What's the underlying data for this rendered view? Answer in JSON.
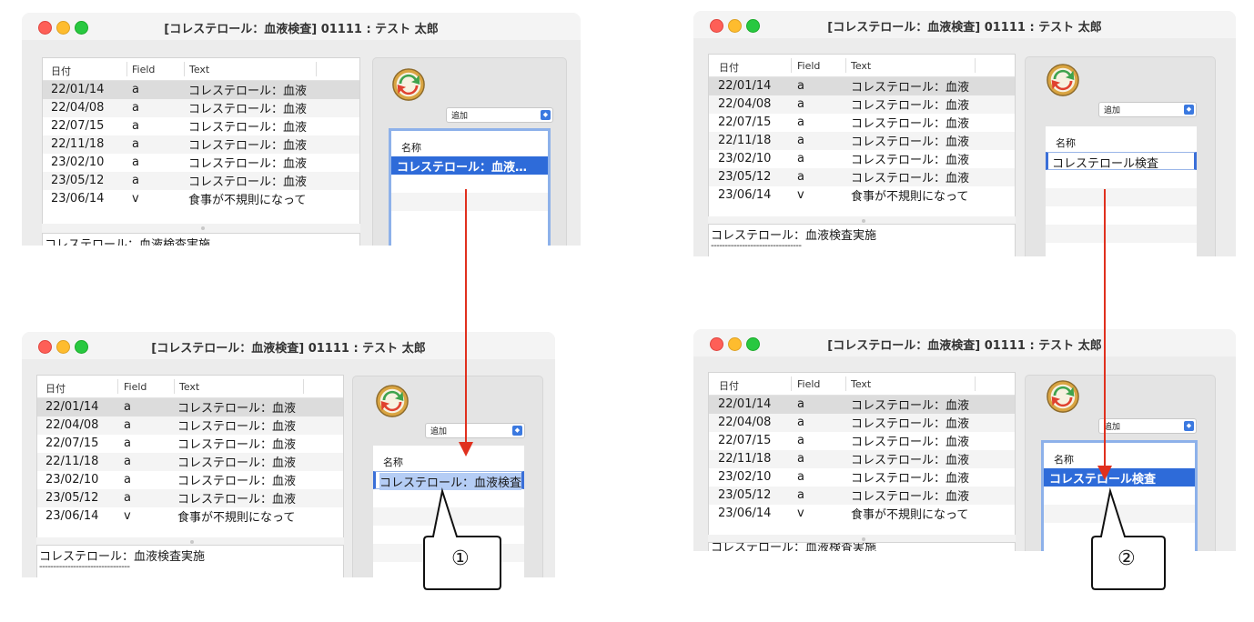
{
  "window": {
    "title": "[コレステロール：血液検査]  01111 : テスト 太郎"
  },
  "table": {
    "columns": [
      "日付",
      "Field",
      "Text"
    ],
    "rows": [
      {
        "date": "22/01/14",
        "field": "a",
        "text": "コレステロール：血液"
      },
      {
        "date": "22/04/08",
        "field": "a",
        "text": "コレステロール：血液"
      },
      {
        "date": "22/07/15",
        "field": "a",
        "text": "コレステロール：血液"
      },
      {
        "date": "22/11/18",
        "field": "a",
        "text": "コレステロール：血液"
      },
      {
        "date": "23/02/10",
        "field": "a",
        "text": "コレステロール：血液"
      },
      {
        "date": "23/05/12",
        "field": "a",
        "text": "コレステロール：血液"
      },
      {
        "date": "23/06/14",
        "field": "v",
        "text": "食事が不規則になって"
      }
    ]
  },
  "text_area": {
    "line1": "コレステロール：血液検査実施",
    "line2": "--------------------------------",
    "line1_cut": "コレステロール：血液検査実施"
  },
  "right_panel": {
    "popup_value": "追加",
    "list_header": "名称",
    "item_truncated": "コレステロール：血液…",
    "item_editing": "コレステロール：血液検査",
    "item_renamed": "コレステロール検査"
  },
  "callouts": {
    "one": "①",
    "two": "②"
  },
  "colors": {
    "arrow": "#e0301e",
    "selection": "#2e6bd9",
    "focus_ring": "#8db1ea"
  }
}
